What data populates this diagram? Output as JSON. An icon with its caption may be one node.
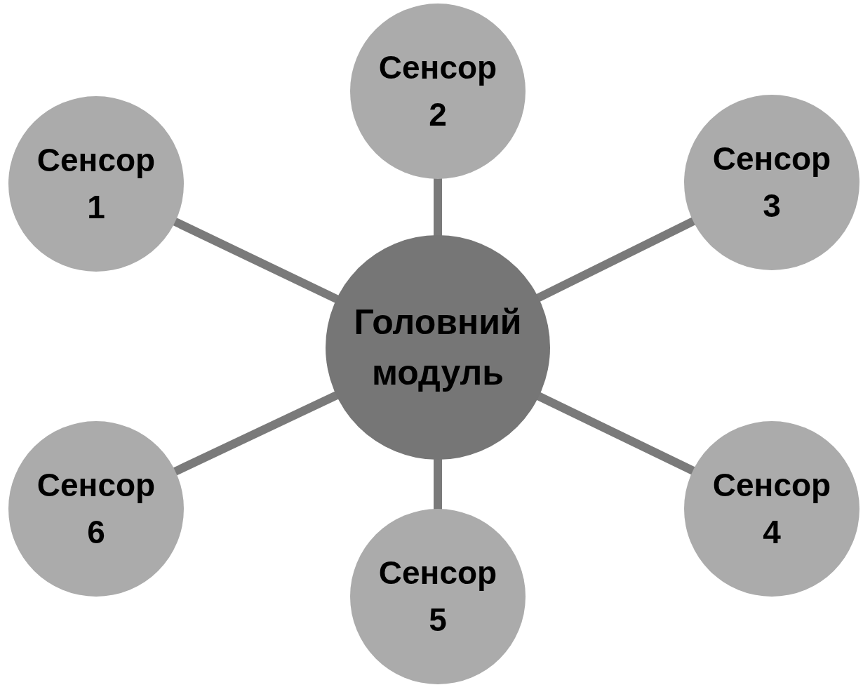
{
  "diagram": {
    "nodes": [
      {
        "text": [
          "Сенсор 2"
        ]
      },
      {
        "text": [
          "Сенсор 1"
        ]
      },
      {
        "text": [
          "Сенсор 3"
        ]
      },
      {
        "text": [
          "Головний модуль"
        ]
      },
      {
        "text": [
          "Сенсор 6"
        ]
      },
      {
        "text": [
          "Сенсор 4"
        ]
      },
      {
        "text": [
          "Сенсор 5"
        ]
      }
    ],
    "edges": [
      {
        "from": 3,
        "to": 0,
        "arrow": "none"
      },
      {
        "from": 3,
        "to": 2,
        "arrow": "none"
      },
      {
        "from": 3,
        "to": 5,
        "arrow": "none"
      },
      {
        "from": 3,
        "to": 6,
        "arrow": "none"
      },
      {
        "from": 3,
        "to": 4,
        "arrow": "none"
      },
      {
        "from": 3,
        "to": 1,
        "arrow": "none"
      }
    ]
  }
}
